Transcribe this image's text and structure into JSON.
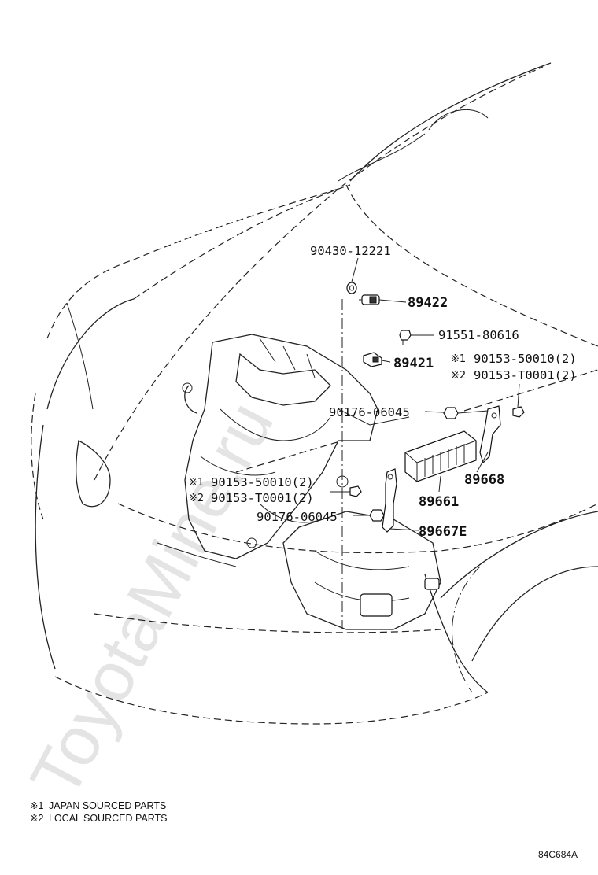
{
  "watermark": "ToyotaMine.ru",
  "diagram_code": "84C684A",
  "notes": [
    {
      "mark": "※1",
      "text": "JAPAN SOURCED PARTS"
    },
    {
      "mark": "※2",
      "text": "LOCAL SOURCED PARTS"
    }
  ],
  "parts": {
    "p90430": "90430-12221",
    "p89422": "89422",
    "p91551": "91551-80616",
    "p89421": "89421",
    "right_bolt_1": {
      "mark": "※1",
      "text": "90153-50010(2)"
    },
    "right_bolt_2": {
      "mark": "※2",
      "text": "90153-T0001(2)"
    },
    "p90176_upper": "90176-06045",
    "p89668": "89668",
    "left_bolt_1": {
      "mark": "※1",
      "text": "90153-50010(2)"
    },
    "left_bolt_2": {
      "mark": "※2",
      "text": "90153-T0001(2)"
    },
    "p89661": "89661",
    "p90176_lower": "90176-06045",
    "p89667E": "89667E"
  }
}
